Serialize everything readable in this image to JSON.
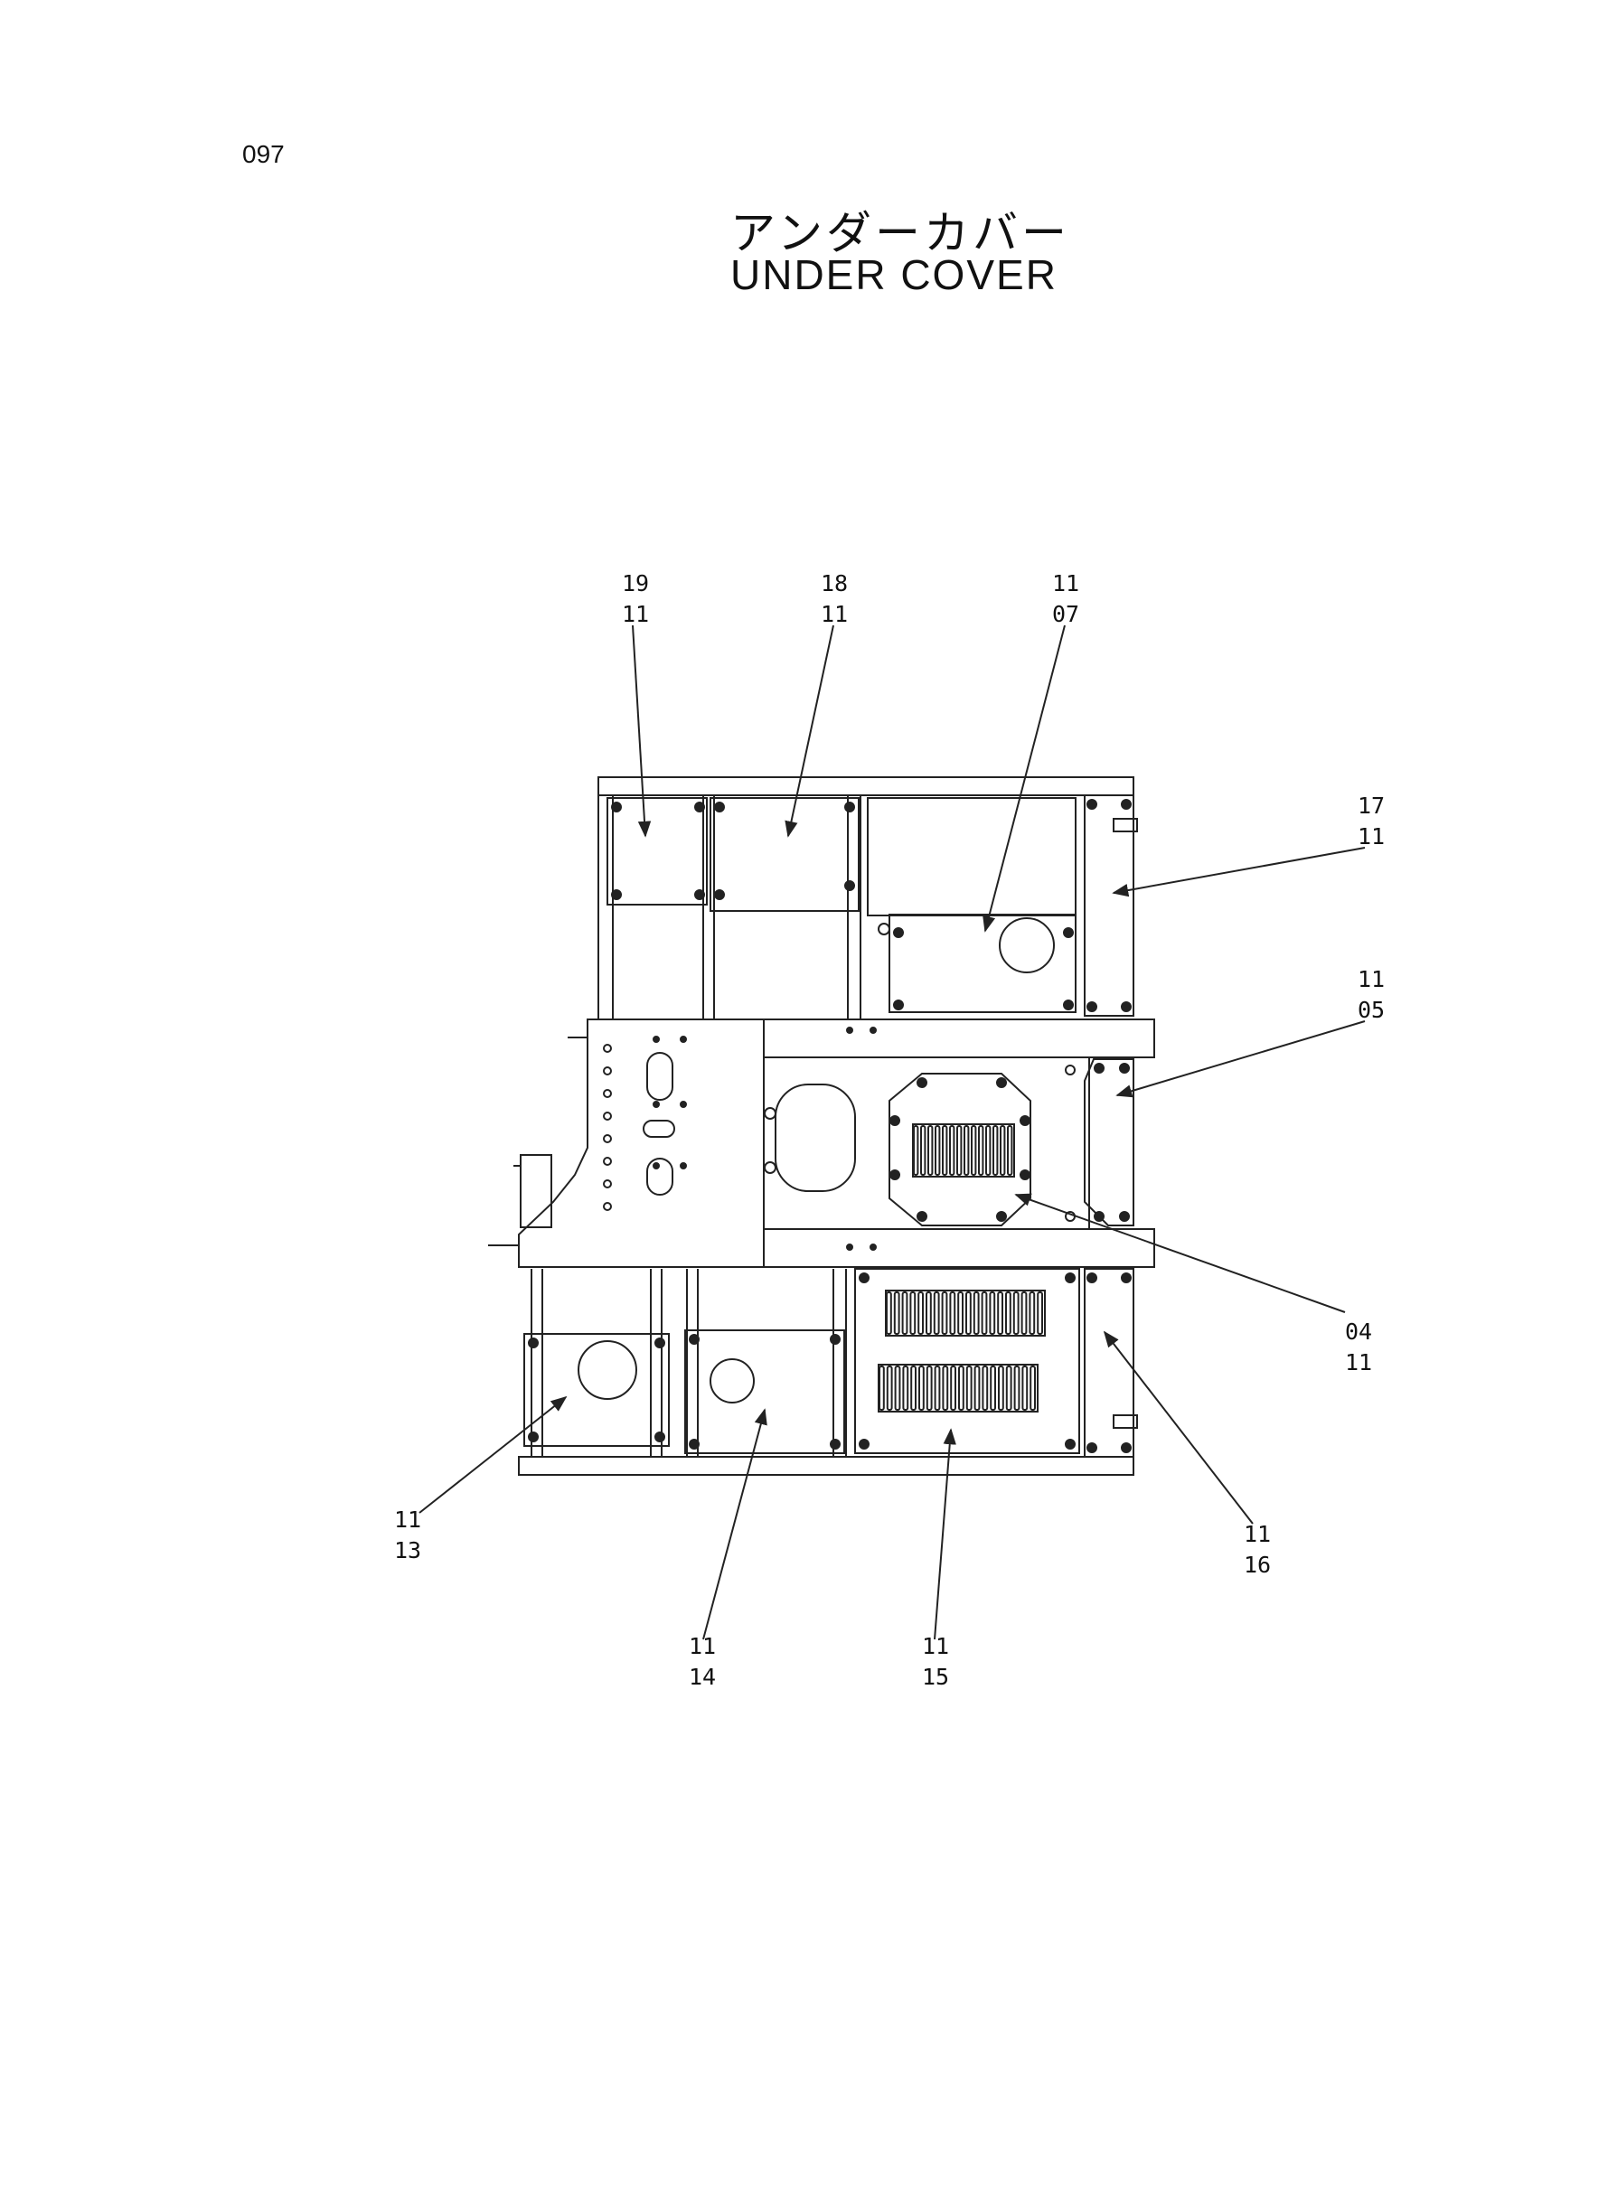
{
  "page_number": "097",
  "title_jp": "アンダーカバー",
  "title_en": "UNDER  COVER",
  "callouts": [
    {
      "top": "19",
      "bottom": "11"
    },
    {
      "top": "18",
      "bottom": "11"
    },
    {
      "top": "11",
      "bottom": "07"
    },
    {
      "top": "17",
      "bottom": "11"
    },
    {
      "top": "11",
      "bottom": "05"
    },
    {
      "top": "04",
      "bottom": "11"
    },
    {
      "top": "11",
      "bottom": "13"
    },
    {
      "top": "11",
      "bottom": "14"
    },
    {
      "top": "11",
      "bottom": "15"
    },
    {
      "top": "11",
      "bottom": "16"
    }
  ]
}
